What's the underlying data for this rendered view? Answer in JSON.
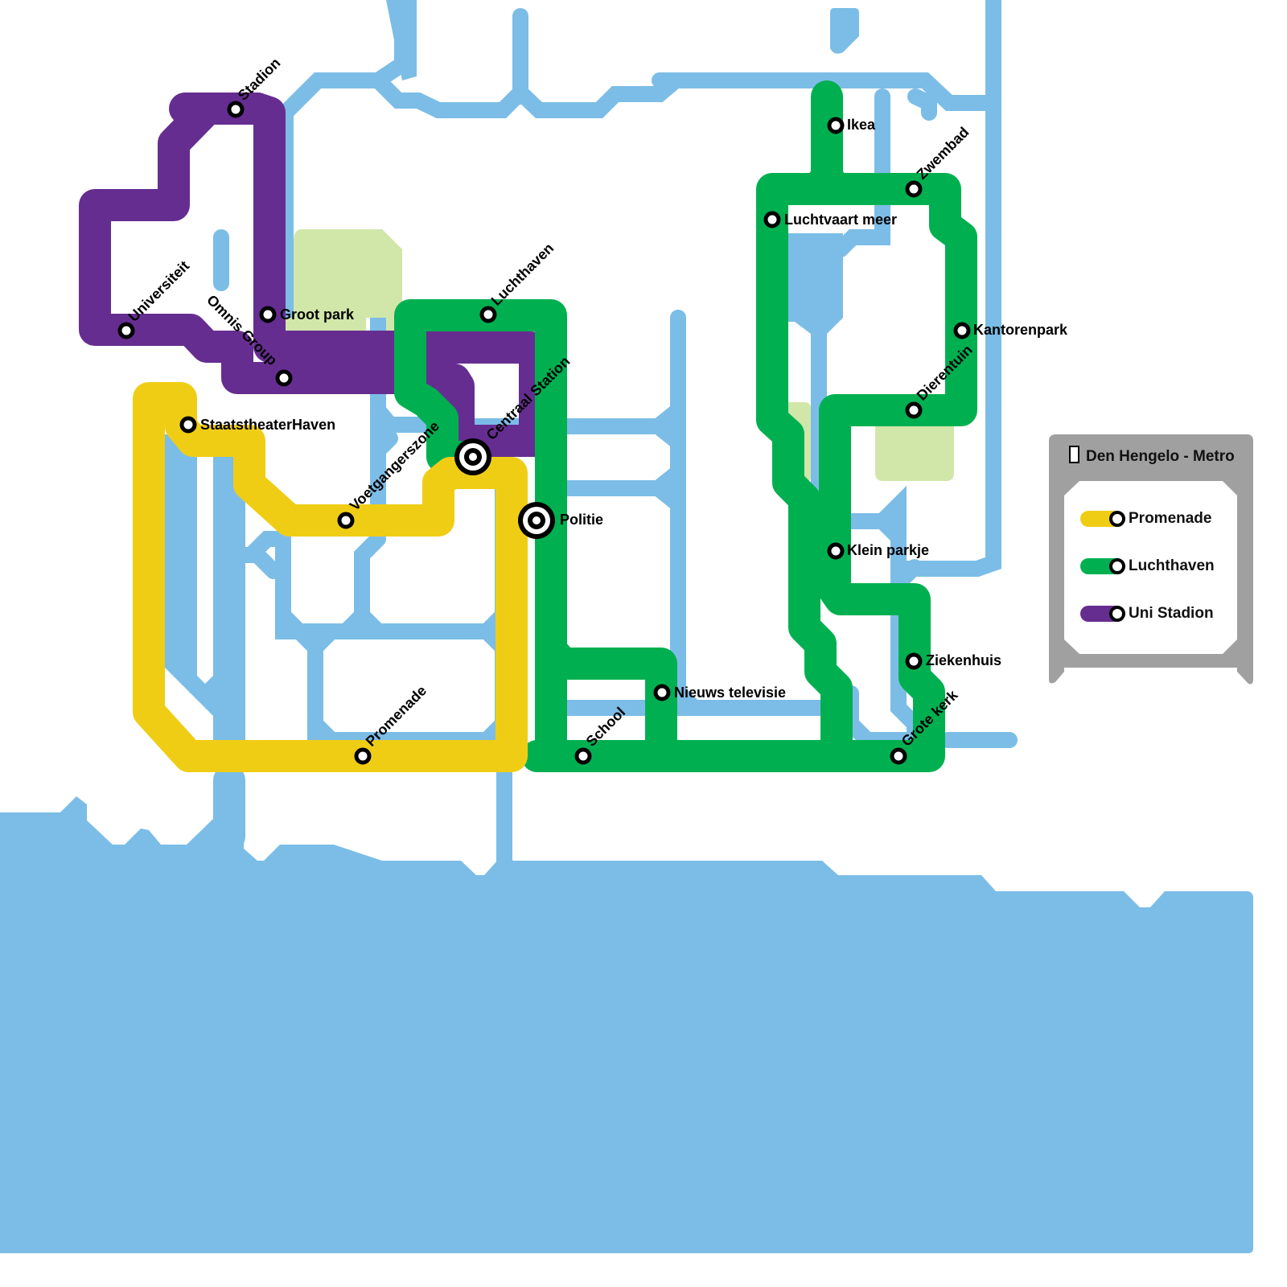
{
  "map": {
    "title": "Den Hengelo - Metro",
    "colors": {
      "water": "#7bbde7",
      "park": "#d1e6a9",
      "legend_frame": "#a0a0a0"
    },
    "lines": [
      {
        "id": "promenade",
        "name": "Promenade",
        "color": "#f0cd15"
      },
      {
        "id": "luchthaven",
        "name": "Luchthaven",
        "color": "#00b050"
      },
      {
        "id": "uni_stadion",
        "name": "Uni Stadion",
        "color": "#662d91"
      }
    ],
    "stations": [
      {
        "name": "Stadion",
        "lines": [
          "uni_stadion"
        ],
        "type": "stop"
      },
      {
        "name": "Universiteit",
        "lines": [
          "uni_stadion"
        ],
        "type": "stop"
      },
      {
        "name": "Groot park",
        "lines": [
          "uni_stadion"
        ],
        "type": "stop"
      },
      {
        "name": "Omnis Group",
        "lines": [
          "uni_stadion"
        ],
        "type": "stop"
      },
      {
        "name": "StaatstheaterHaven",
        "lines": [
          "promenade"
        ],
        "type": "stop"
      },
      {
        "name": "Voetgangerszone",
        "lines": [
          "promenade"
        ],
        "type": "stop"
      },
      {
        "name": "Luchthaven",
        "lines": [
          "luchthaven"
        ],
        "type": "stop"
      },
      {
        "name": "Centraal Station",
        "lines": [
          "promenade",
          "luchthaven",
          "uni_stadion"
        ],
        "type": "interchange"
      },
      {
        "name": "Politie",
        "lines": [
          "promenade",
          "luchthaven"
        ],
        "type": "interchange"
      },
      {
        "name": "Promenade",
        "lines": [
          "promenade"
        ],
        "type": "stop"
      },
      {
        "name": "School",
        "lines": [
          "luchthaven"
        ],
        "type": "stop"
      },
      {
        "name": "Nieuws televisie",
        "lines": [
          "luchthaven"
        ],
        "type": "stop"
      },
      {
        "name": "Ikea",
        "lines": [
          "luchthaven"
        ],
        "type": "stop"
      },
      {
        "name": "Zwembad",
        "lines": [
          "luchthaven"
        ],
        "type": "stop"
      },
      {
        "name": "Luchtvaart meer",
        "lines": [
          "luchthaven"
        ],
        "type": "stop"
      },
      {
        "name": "Kantorenpark",
        "lines": [
          "luchthaven"
        ],
        "type": "stop"
      },
      {
        "name": "Dierentuin",
        "lines": [
          "luchthaven"
        ],
        "type": "stop"
      },
      {
        "name": "Klein parkje",
        "lines": [
          "luchthaven"
        ],
        "type": "stop"
      },
      {
        "name": "Ziekenhuis",
        "lines": [
          "luchthaven"
        ],
        "type": "stop"
      },
      {
        "name": "Grote kerk",
        "lines": [
          "luchthaven"
        ],
        "type": "stop"
      }
    ]
  },
  "legend": {
    "title": "Den Hengelo - Metro",
    "icon": "map-icon",
    "items": [
      {
        "label": "Promenade",
        "color": "#f0cd15"
      },
      {
        "label": "Luchthaven",
        "color": "#00b050"
      },
      {
        "label": "Uni Stadion",
        "color": "#662d91"
      }
    ]
  }
}
